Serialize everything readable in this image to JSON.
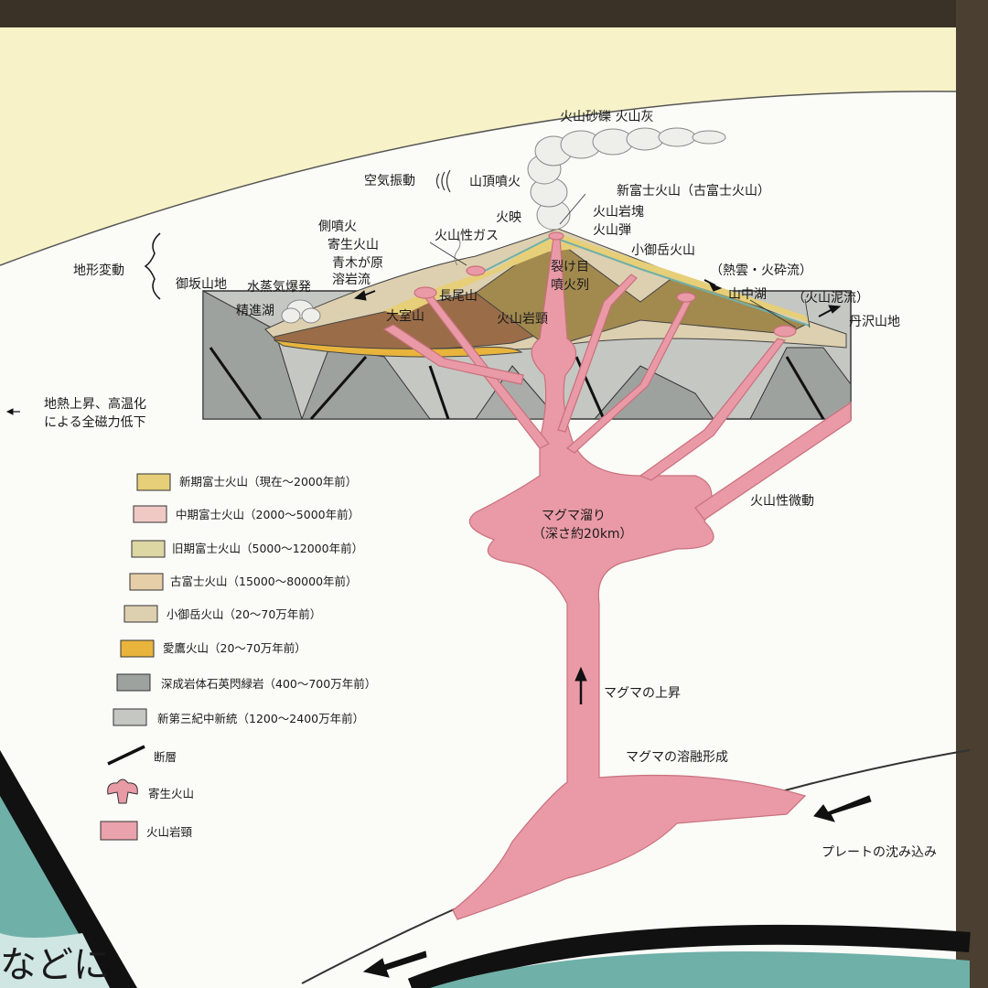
{
  "labels": {
    "ash": "火山砂礫 火山灰",
    "air_vibration": "空気振動",
    "summit_eruption": "山頂噴火",
    "new_fuji": "新富士火山（古富士火山）",
    "glow": "火映",
    "blocks": "火山岩塊",
    "bombs": "火山弾",
    "flank_eruption": "側噴火",
    "parasitic": "寄生火山",
    "volcanic_gas": "火山性ガス",
    "aokigahara": "青木が原",
    "lava_flow": "溶岩流",
    "terrain_change": "地形変動",
    "misaka": "御坂山地",
    "phreatic": "水蒸気爆発",
    "shojiko": "精進湖",
    "nagaoyama": "長尾山",
    "omuroyama": "大室山",
    "fissure": "裂け目",
    "fissure_row": "噴火列",
    "neck": "火山岩頸",
    "komitake": "小御岳火山",
    "nuee": "（熱雲・火砕流）",
    "yamanakako": "山中湖",
    "lahar": "（火山泥流）",
    "tanzawa": "丹沢山地",
    "geothermal_1": "地熱上昇、高温化",
    "geothermal_2": "による全磁力低下",
    "magma_chamber_1": "マグマ溜り",
    "magma_chamber_2": "（深さ約20km）",
    "tremor": "火山性微動",
    "magma_rise": "マグマの上昇",
    "magma_melt": "マグマの溶融形成",
    "plate": "プレートの沈み込み",
    "corner_text": "などに"
  },
  "legend": [
    {
      "label": "新期富士火山（現在～2000年前）",
      "color": "#e6cf78"
    },
    {
      "label": "中期富士火山（2000～5000年前）",
      "color": "#f0c9c4"
    },
    {
      "label": "旧期富士火山（5000～12000年前）",
      "color": "#ddd7a4"
    },
    {
      "label": "古富士火山（15000～80000年前）",
      "color": "#e6cfa8"
    },
    {
      "label": "小御岳火山（20～70万年前）",
      "color": "#ddd0b0"
    },
    {
      "label": "愛鷹火山（20～70万年前）",
      "color": "#e8b43c"
    },
    {
      "label": "深成岩体石英閃緑岩（400～700万年前）",
      "color": "#9ea29e"
    },
    {
      "label": "新第三紀中新統（1200～2400万年前）",
      "color": "#c5c7c2"
    },
    {
      "label": "断層",
      "color": "#111111"
    },
    {
      "label": "寄生火山",
      "color": "#e89aa5"
    },
    {
      "label": "火山岩頸",
      "color": "#eaa2ad"
    }
  ],
  "colors": {
    "magma": "#e99aa6",
    "magma_stroke": "#c9707d",
    "background": "#fbfbf7",
    "top_band": "#f7f2c8",
    "ocean": "#6fb0a8"
  }
}
